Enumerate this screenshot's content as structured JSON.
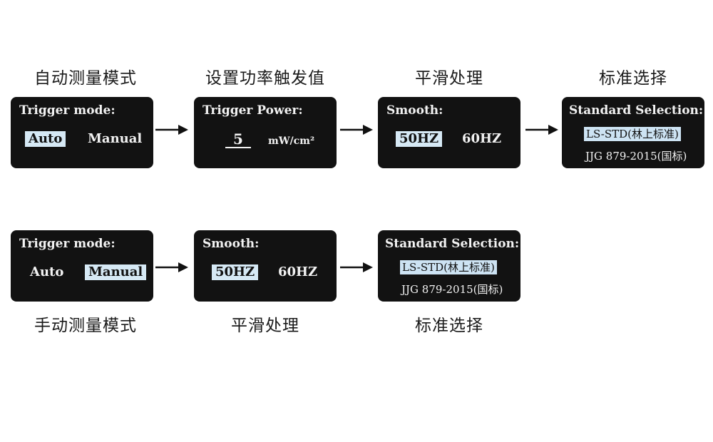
{
  "rows": [
    {
      "top_captions": [
        "自动测量模式",
        "设置功率触发值",
        "平滑处理",
        "标准选择"
      ],
      "screens": {
        "trigger_mode": {
          "title": "Trigger mode:",
          "options": [
            "Auto",
            "Manual"
          ],
          "selected": "Auto"
        },
        "trigger_power": {
          "title": "Trigger Power:",
          "value": "5",
          "unit": "mW/cm²"
        },
        "smooth": {
          "title": "Smooth:",
          "options": [
            "50HZ",
            "60HZ"
          ],
          "selected": "50HZ"
        },
        "standard": {
          "title": "Standard Selection:",
          "options": [
            "LS-STD(林上标准)",
            "JJG 879-2015(国标)"
          ],
          "selected": "LS-STD(林上标准)"
        }
      }
    },
    {
      "bottom_captions": [
        "手动测量模式",
        "平滑处理",
        "标准选择"
      ],
      "screens": {
        "trigger_mode": {
          "title": "Trigger mode:",
          "options": [
            "Auto",
            "Manual"
          ],
          "selected": "Manual"
        },
        "smooth": {
          "title": "Smooth:",
          "options": [
            "50HZ",
            "60HZ"
          ],
          "selected": "50HZ"
        },
        "standard": {
          "title": "Standard Selection:",
          "options": [
            "LS-STD(林上标准)",
            "JJG 879-2015(国标)"
          ],
          "selected": "LS-STD(林上标准)"
        }
      }
    }
  ],
  "colors": {
    "screen_bg": "#121212",
    "highlight": "#d6e9f5",
    "text": "#f2f2f2"
  }
}
